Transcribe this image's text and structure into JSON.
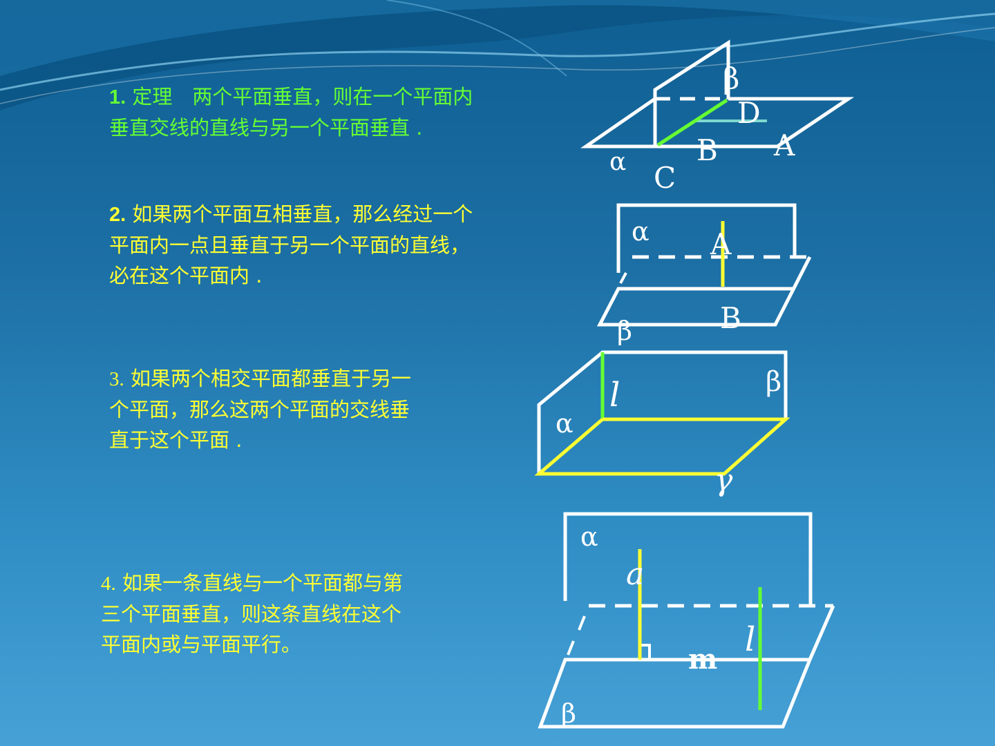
{
  "theorems": [
    {
      "number": "1.",
      "text_line1": " 定理　两个平面垂直，则在一个平面内",
      "text_line2": "垂直交线的直线与另一个平面垂直 .",
      "color": "#66ff33"
    },
    {
      "number": "2.",
      "text_line1": " 如果两个平面互相垂直，那么经过一个",
      "text_line2": "平面内一点且垂直于另一个平面的直线，",
      "text_line3": "必在这个平面内 .",
      "color": "#ffff33"
    },
    {
      "number": "3.",
      "text_line1": " 如果两个相交平面都垂直于另一",
      "text_line2": "个平面，那么这两个平面的交线垂",
      "text_line3": "直于这个平面 .",
      "color": "#ffff33"
    },
    {
      "number": "4.",
      "text_line1": " 如果一条直线与一个平面都与第",
      "text_line2": "三个平面垂直，则这条直线在这个",
      "text_line3": "平面内或与平面平行。",
      "color": "#ffff33"
    }
  ],
  "diagram1": {
    "beta": "β",
    "D": "D",
    "A": "A",
    "B": "B",
    "alpha": "α",
    "C": "C"
  },
  "diagram2": {
    "alpha": "α",
    "A": "A",
    "B": "B",
    "beta": "β"
  },
  "diagram3": {
    "l": "l",
    "beta": "β",
    "alpha": "α",
    "gamma": "γ"
  },
  "diagram4": {
    "alpha": "α",
    "a": "a",
    "l": "l",
    "m": "m",
    "beta": "β"
  },
  "colors": {
    "line": "#ffffff",
    "green": "#66ff33",
    "yellow": "#ffff33",
    "cyan": "#7fd8cf"
  }
}
